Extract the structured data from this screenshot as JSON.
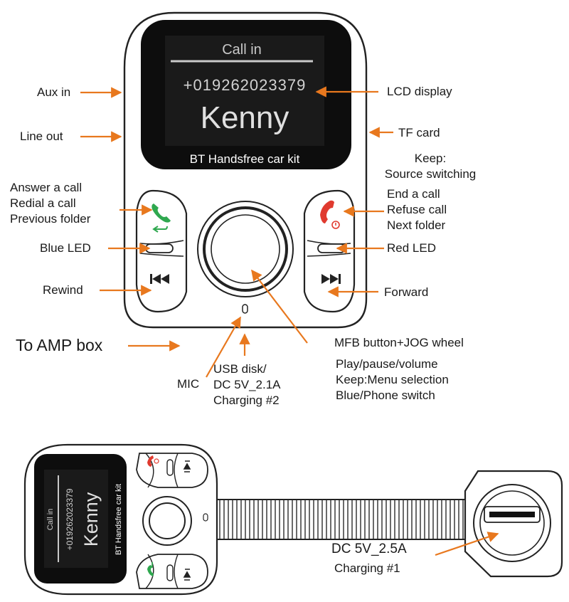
{
  "screen": {
    "title": "Call in",
    "number": "+019262023379",
    "name": "Kenny",
    "brand": "BT Handsfree car kit"
  },
  "labels": {
    "aux_in": "Aux in",
    "line_out": "Line out",
    "answer_call": [
      "Answer a call",
      "Redial a call",
      "Previous folder"
    ],
    "blue_led": "Blue LED",
    "rewind": "Rewind",
    "to_amp_box": "To AMP box",
    "mic": "MIC",
    "usb_disk": [
      "USB disk/",
      "DC 5V_2.1A",
      "Charging  #2"
    ],
    "lcd_display": "LCD display",
    "tf_card": "TF card",
    "keep_source": [
      "Keep:",
      "Source switching"
    ],
    "end_call": [
      "End a call",
      "Refuse call",
      "Next folder"
    ],
    "red_led": "Red LED",
    "forward": "Forward",
    "mfb": "MFB button+JOG wheel",
    "mfb_functions": [
      "Play/pause/volume",
      "Keep:Menu selection",
      "Blue/Phone switch"
    ],
    "dc_main": "DC 5V_2.5A",
    "charging_main": "Charging #1"
  },
  "colors": {
    "arrow": "#e8781e",
    "outline": "#222222",
    "screen_bg": "#0d0d0d",
    "screen_text": "#cfcfcf",
    "call_green": "#2fa84f",
    "call_red": "#e03a2f"
  },
  "icons": {
    "answer": "phone-answer-icon",
    "hangup": "phone-hangup-icon",
    "rewind": "rewind-icon",
    "forward": "fast-forward-icon",
    "usb": "usb-port-icon"
  }
}
